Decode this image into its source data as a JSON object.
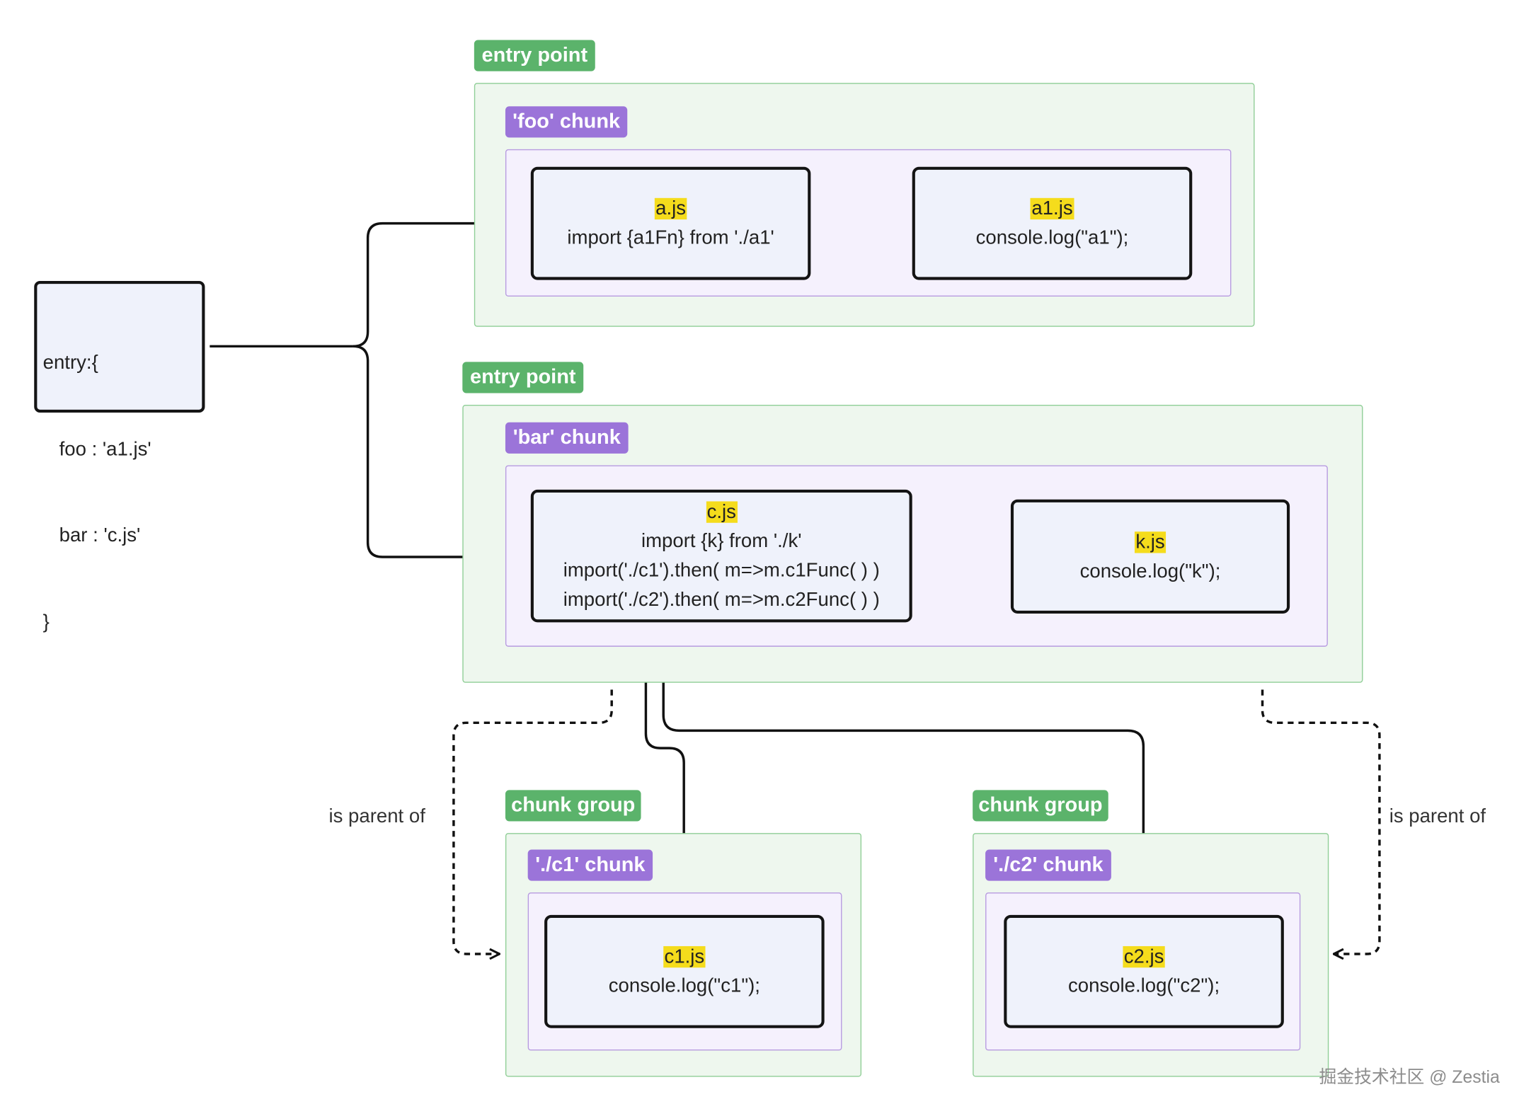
{
  "entry_config": {
    "lines": [
      "entry:{",
      "   foo : 'a1.js'",
      "   bar : 'c.js'",
      "}"
    ]
  },
  "foo_group": {
    "tag": "entry point",
    "chunk_tag": "'foo' chunk",
    "files": [
      {
        "name": "a.js",
        "code": [
          "import {a1Fn} from './a1'"
        ]
      },
      {
        "name": "a1.js",
        "code": [
          "console.log(\"a1\");"
        ]
      }
    ]
  },
  "bar_group": {
    "tag": "entry point",
    "chunk_tag": "'bar' chunk",
    "files": [
      {
        "name": "c.js",
        "code": [
          "import {k} from './k'",
          "import('./c1').then( m=>m.c1Func( ) )",
          "import('./c2').then( m=>m.c2Func( ) )"
        ]
      },
      {
        "name": "k.js",
        "code": [
          "console.log(\"k\");"
        ]
      }
    ]
  },
  "c1_group": {
    "tag": "chunk group",
    "chunk_tag": "'./c1' chunk",
    "file": {
      "name": "c1.js",
      "code": [
        "console.log(\"c1\");"
      ]
    }
  },
  "c2_group": {
    "tag": "chunk group",
    "chunk_tag": "'./c2' chunk",
    "file": {
      "name": "c2.js",
      "code": [
        "console.log(\"c2\");"
      ]
    }
  },
  "relations": {
    "left_label": "is parent of",
    "right_label": "is parent of"
  },
  "watermark": "掘金技术社区 @ Zestia",
  "colors": {
    "green_fill": "#eef7ee",
    "green_border": "#8fce96",
    "green_tag": "#5bb36b",
    "purple_fill": "#f5f1fd",
    "purple_border": "#b79be0",
    "purple_tag": "#9b74d9",
    "file_fill": "#eff2fb",
    "highlight": "#f5dc1c"
  }
}
